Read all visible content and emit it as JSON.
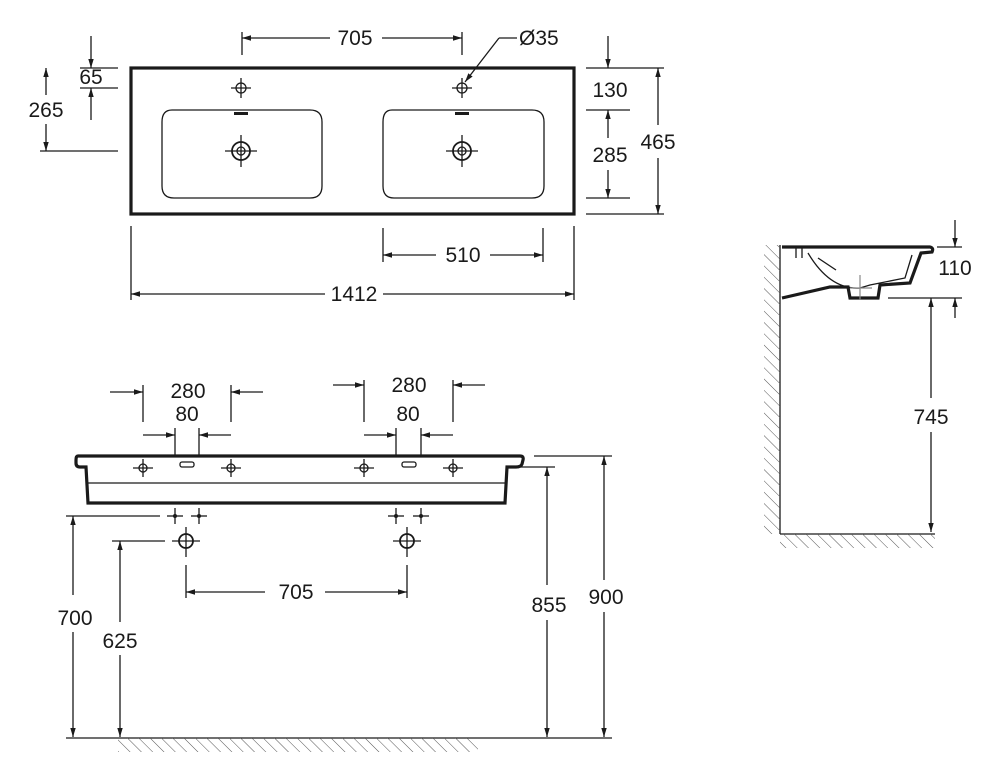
{
  "colors": {
    "line": "#1a1a1a",
    "background": "#ffffff"
  },
  "top_view": {
    "dim_faucet_spacing": "705",
    "dim_hole_diameter": "Ø35",
    "dim_faucet_from_back": "65",
    "dim_drain_from_back": "265",
    "dim_basin_from_back": "130",
    "dim_basin_depth": "285",
    "dim_total_depth": "465",
    "dim_basin_width": "510",
    "dim_total_width": "1412"
  },
  "front_view": {
    "dim_left_outer": "280",
    "dim_left_inner": "80",
    "dim_right_outer": "280",
    "dim_right_inner": "80",
    "dim_drain_spacing": "705",
    "dim_supply_height": "700",
    "dim_drain_height": "625",
    "dim_underside_height": "855",
    "dim_top_height": "900"
  },
  "side_view": {
    "dim_rim_height": "110",
    "dim_mount_height": "745"
  }
}
